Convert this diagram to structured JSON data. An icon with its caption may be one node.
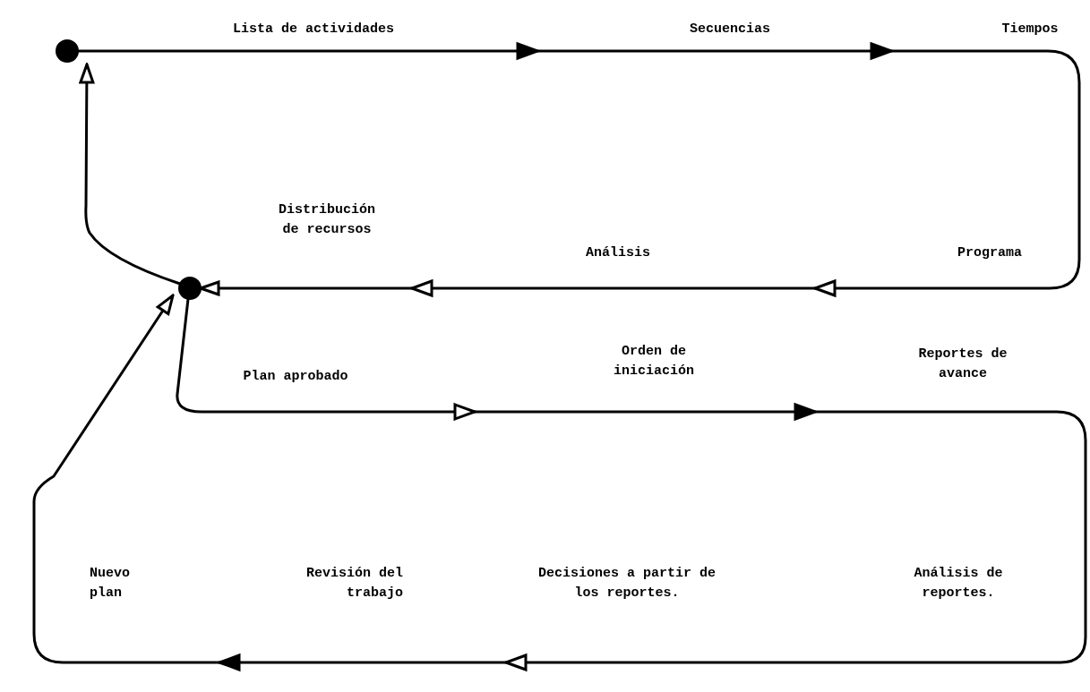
{
  "diagram": {
    "nodes": [
      {
        "text": [],
        "shape": "circle"
      },
      {
        "text": [],
        "shape": "circle"
      }
    ],
    "edges": [
      {
        "from": 0,
        "to": 1,
        "arrow": "to"
      },
      {
        "from": 1,
        "to": 0,
        "arrow": "to"
      },
      {
        "from": 1,
        "to": 1,
        "arrow": "to"
      }
    ],
    "labels": [
      "Lista de actividades",
      "Secuencias",
      "Tiempos",
      "Distribución de recursos",
      "Análisis",
      "Programa",
      "Plan aprobado",
      "Orden de iniciación",
      "Reportes de avance",
      "Nuevo plan",
      "Revisión del trabajo",
      "Decisiones a partir de los reportes.",
      "Análisis de reportes."
    ]
  }
}
